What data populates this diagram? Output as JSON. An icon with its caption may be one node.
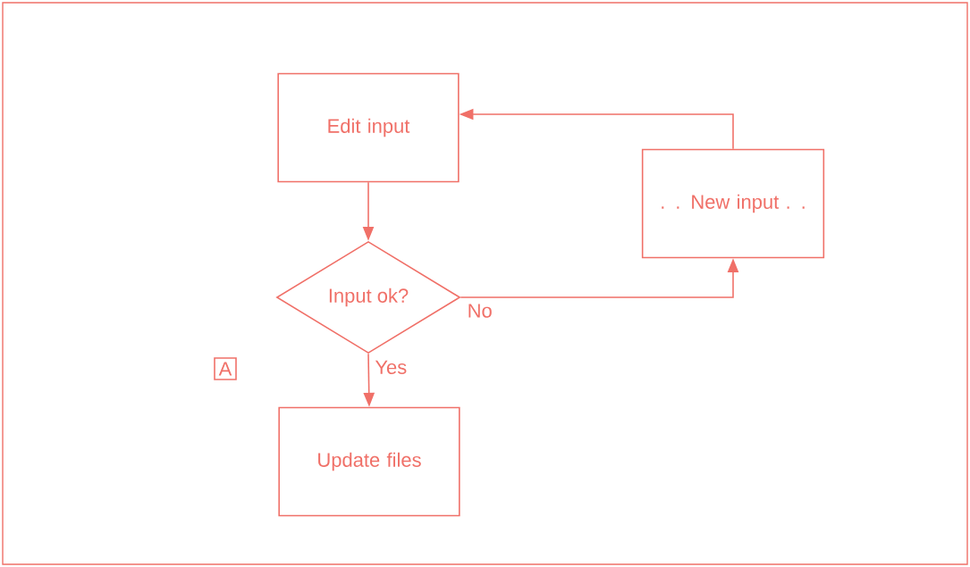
{
  "diagram": {
    "nodes": [
      {
        "text": [
          "Edit input"
        ]
      },
      {
        "text": [
          "Input ok?"
        ]
      },
      {
        "text": [
          ". . New input . ."
        ]
      },
      {
        "text": [
          "Update files"
        ]
      }
    ],
    "edges": [
      {
        "from": 0,
        "to": 1,
        "arrow": "to"
      },
      {
        "from": 1,
        "to": 2,
        "arrow": "to",
        "label": "No"
      },
      {
        "from": 2,
        "to": 0,
        "arrow": "to"
      },
      {
        "from": 1,
        "to": 3,
        "arrow": "to",
        "label": "Yes"
      }
    ],
    "labels": [
      "A"
    ]
  }
}
